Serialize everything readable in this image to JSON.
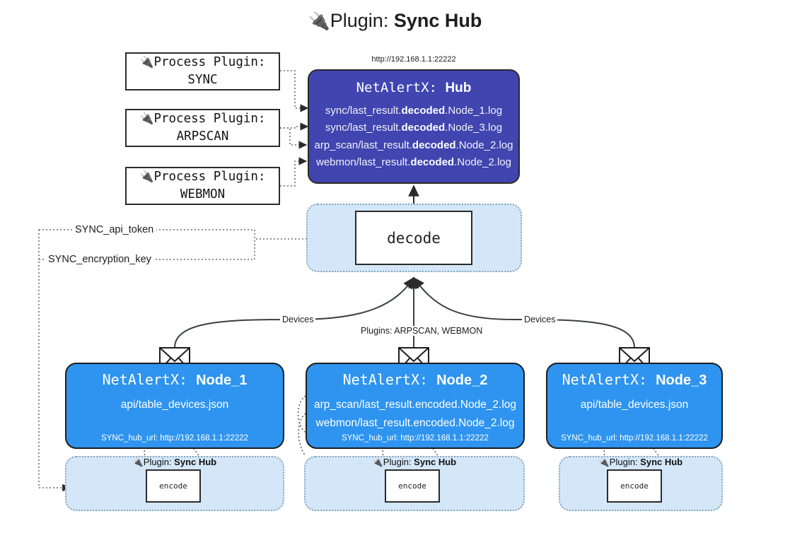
{
  "title": {
    "icon": "electric-plug-icon",
    "prefix": "Plugin:",
    "name": "Sync Hub"
  },
  "process_plugins": [
    {
      "icon": "electric-plug-icon",
      "line1": "Process Plugin:",
      "line2": "SYNC"
    },
    {
      "icon": "electric-plug-icon",
      "line1": "Process Plugin:",
      "line2": "ARPSCAN"
    },
    {
      "icon": "electric-plug-icon",
      "line1": "Process Plugin:",
      "line2": "WEBMON"
    }
  ],
  "hub": {
    "url": "http://192.168.1.1:22222",
    "prefix": "NetAlertX:",
    "name": "Hub",
    "color": "#4045b0",
    "rows": [
      {
        "pre": "sync/last_result.",
        "em": "decoded",
        "post": ".Node_1.log"
      },
      {
        "pre": "sync/last_result.",
        "em": "decoded",
        "post": ".Node_3.log"
      },
      {
        "pre": "arp_scan/last_result.",
        "em": "decoded",
        "post": ".Node_2.log"
      },
      {
        "pre": "webmon/last_result.",
        "em": "decoded",
        "post": ".Node_2.log"
      }
    ]
  },
  "decode": {
    "label": "decode",
    "zone_color": "#d4e7f8"
  },
  "tokens": [
    {
      "label": "SYNC_api_token"
    },
    {
      "label": "SYNC_encryption_key"
    }
  ],
  "edge_labels": {
    "left": "Devices",
    "center": "Plugins: ARPSCAN, WEBMON",
    "right": "Devices"
  },
  "nodes": [
    {
      "prefix": "NetAlertX:",
      "name": "Node_1",
      "color": "#2e94ef",
      "rows": [
        "api/table_devices.json"
      ],
      "hub_url_label": "SYNC_hub_url: http://192.168.1.1:22222",
      "plugin_label_prefix": "Plugin:",
      "plugin_label_name": "Sync Hub",
      "encode_label": "encode"
    },
    {
      "prefix": "NetAlertX:",
      "name": "Node_2",
      "color": "#2e94ef",
      "rows": [
        "arp_scan/last_result.encoded.Node_2.log",
        "webmon/last_result.encoded.Node_2.log"
      ],
      "hub_url_label": "SYNC_hub_url: http://192.168.1.1:22222",
      "plugin_label_prefix": "Plugin:",
      "plugin_label_name": "Sync Hub",
      "encode_label": "encode"
    },
    {
      "prefix": "NetAlertX:",
      "name": "Node_3",
      "color": "#2e94ef",
      "rows": [
        "api/table_devices.json"
      ],
      "hub_url_label": "SYNC_hub_url: http://192.168.1.1:22222",
      "plugin_label_prefix": "Plugin:",
      "plugin_label_name": "Sync Hub",
      "encode_label": "encode"
    }
  ],
  "icons": {
    "envelope": "envelope-icon",
    "plug": "electric-plug-icon"
  }
}
